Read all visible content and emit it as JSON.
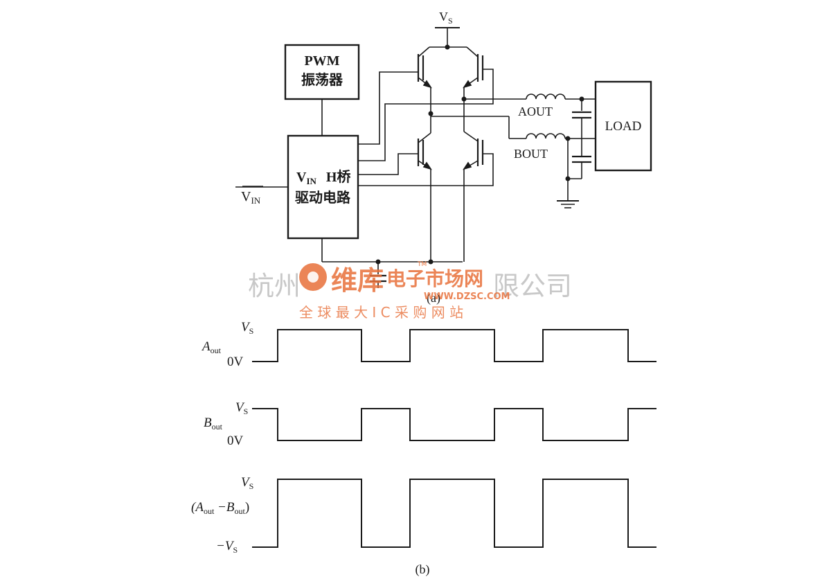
{
  "circuit": {
    "pwm_line1": "PWM",
    "pwm_line2": "振荡器",
    "driver_vin": "V",
    "driver_vin_sub": "IN",
    "driver_line1_rest": "H桥",
    "driver_line2": "驱动电路",
    "input_label": "V",
    "input_label_sub": "IN",
    "supply_label": "V",
    "supply_label_sub": "S",
    "aout_label": "AOUT",
    "bout_label": "BOUT",
    "load_label": "LOAD",
    "caption": "(a)"
  },
  "waveforms": {
    "caption": "(b)",
    "a_out": {
      "name": "A",
      "name_sub": "out",
      "high": "V",
      "high_sub": "S",
      "low": "0V"
    },
    "b_out": {
      "name": "B",
      "name_sub": "out",
      "high": "V",
      "high_sub": "S",
      "low": "0V"
    },
    "diff": {
      "name_open": "(A",
      "name_sub1": "out",
      "name_mid": " −B",
      "name_sub2": "out",
      "name_close": ")",
      "high": "V",
      "high_sub": "S",
      "low": "−V",
      "low_sub": "S"
    }
  },
  "watermark": {
    "company_left": "杭州",
    "company_right": "限公司",
    "brand_cn": "维库",
    "brand_tail": "电子市场网",
    "tm": "TM",
    "url": "WWW.DZSC.COM",
    "tagline": "全 球 最 大 I C 采 购 网 站"
  },
  "colors": {
    "ink": "#1a1a1a",
    "watermark": "#e8703a",
    "watermark_gray": "#c8c8c8"
  }
}
